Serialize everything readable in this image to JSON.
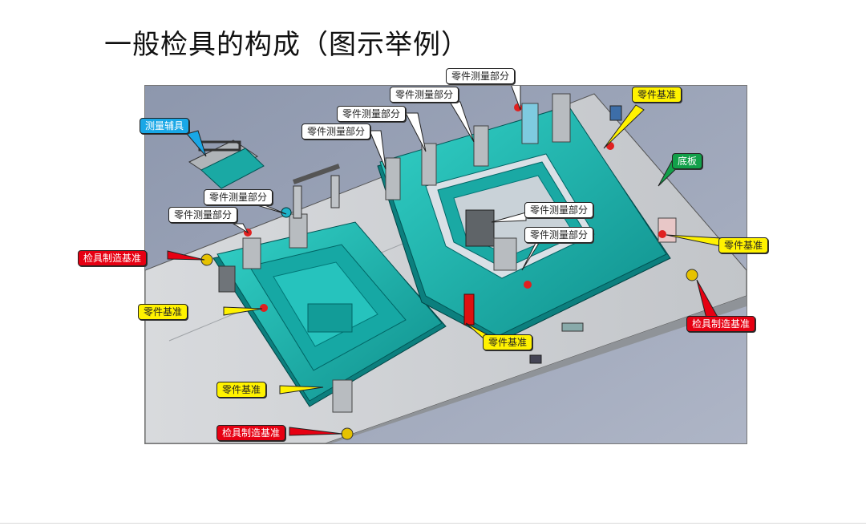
{
  "title": "一般检具的构成（图示举例）",
  "labels": {
    "measure_part": "零件测量部分",
    "part_datum": "零件基准",
    "fixture_datum": "检具制造基准",
    "measure_aid": "测量辅具",
    "base_plate": "底板"
  },
  "colors": {
    "fixture_body": "#1bb6b0",
    "base_plate": "#c9ccd0",
    "background": "#9aa3b8",
    "white_label": "#ffffff",
    "yellow_label": "#fff200",
    "red_label": "#e60012",
    "blue_label": "#19a7e6",
    "green_label": "#12a04a"
  }
}
